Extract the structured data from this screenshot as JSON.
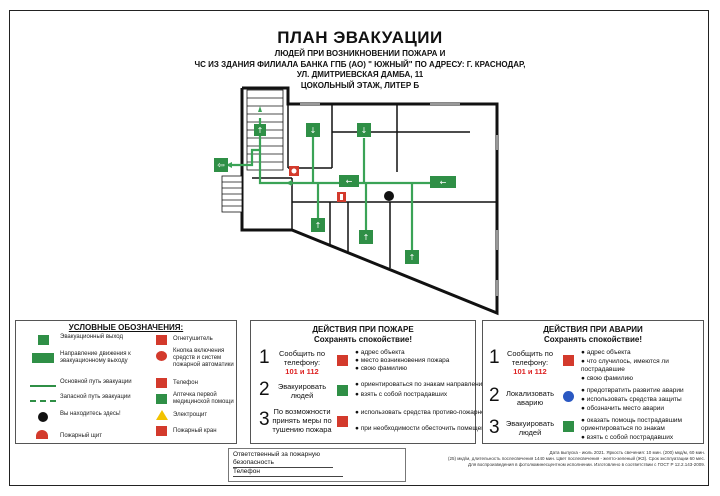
{
  "header": {
    "title": "ПЛАН ЭВАКУАЦИИ",
    "subtitle_lines": [
      "ЛЮДЕЙ ПРИ ВОЗНИКНОВЕНИИ ПОЖАРА И",
      "ЧС ИЗ ЗДАНИЯ ФИЛИАЛА БАНКА ГПБ (АО) \" ЮЖНЫЙ\" ПО АДРЕСУ: Г. КРАСНОДАР,",
      "УЛ. ДМИТРИЕВСКАЯ ДАМБА, 11",
      "ЦОКОЛЬНЫЙ ЭТАЖ, ЛИТЕР Б"
    ]
  },
  "legend": {
    "title": "УСЛОВНЫЕ ОБОЗНАЧЕНИЯ:",
    "items_left": [
      "Эвакуационный выход",
      "Направление движения к эвакуационному выходу",
      "Основной путь эвакуации",
      "Запасной путь эвакуации",
      "Вы находитесь здесь!",
      "Пожарный щит"
    ],
    "items_right": [
      "Огнетушитель",
      "Кнопка включения средств и систем пожарной автоматики",
      "Телефон",
      "Аптечка первой медицинской помощи",
      "Электрощит",
      "Пожарный кран"
    ]
  },
  "fire": {
    "title": "ДЕЙСТВИЯ ПРИ ПОЖАРЕ",
    "subtitle": "Сохранять спокойствие!",
    "steps": [
      {
        "num": "1",
        "text": "Сообщить по телефону:",
        "phones": "101 и 112",
        "bullets": [
          "адрес объекта",
          "место возникновения пожара",
          "свою фамилию"
        ]
      },
      {
        "num": "2",
        "text": "Эвакуировать людей",
        "bullets": [
          "ориентироваться по знакам направления движения",
          "взять с собой пострадавших"
        ]
      },
      {
        "num": "3",
        "text": "По возможности принять меры по тушению пожара",
        "bullets": [
          "использовать средства противо-пожарной защиты",
          "при необходимости обесточить помещение"
        ]
      }
    ]
  },
  "accident": {
    "title": "ДЕЙСТВИЯ ПРИ АВАРИИ",
    "subtitle": "Сохранять спокойствие!",
    "steps": [
      {
        "num": "1",
        "text": "Сообщить по телефону:",
        "phones": "101 и 112",
        "bullets": [
          "адрес объекта",
          "что случилось, имеются ли пострадавшие",
          "свою фамилию"
        ]
      },
      {
        "num": "2",
        "text": "Локализовать аварию",
        "bullets": [
          "предотвратить развитие аварии",
          "использовать средства защиты",
          "обозначить место аварии"
        ]
      },
      {
        "num": "3",
        "text": "Эвакуировать людей",
        "bullets": [
          "оказать помощь пострадавшим ориентироваться по знакам",
          "взять с собой пострадавших"
        ]
      }
    ]
  },
  "responsible": {
    "line1": "Ответственный за пожарную",
    "line2": "безопасность",
    "line3": "Телефон"
  },
  "footer": {
    "lines": [
      "Дата выпуска - июль 2021. Яркость свечения: 10 мин. (200) мкд/м, 60 мин.",
      "(25) мкд/м, длительность послесвечения 1440 мин. Цвет послесвечения - желто-зеленый (ЖЗ). Срок эксплуатации 60 мес.",
      "Для воспроизведения в фотолюминесцентном исполнении. Изготовлено в соответствии с ГОСТ Р 12.2.143-2009."
    ]
  },
  "colors": {
    "sign_green": "#2f8f46",
    "sign_red": "#d33a2c",
    "route_green": "#3aa356",
    "phone_red": "#dd2222"
  }
}
